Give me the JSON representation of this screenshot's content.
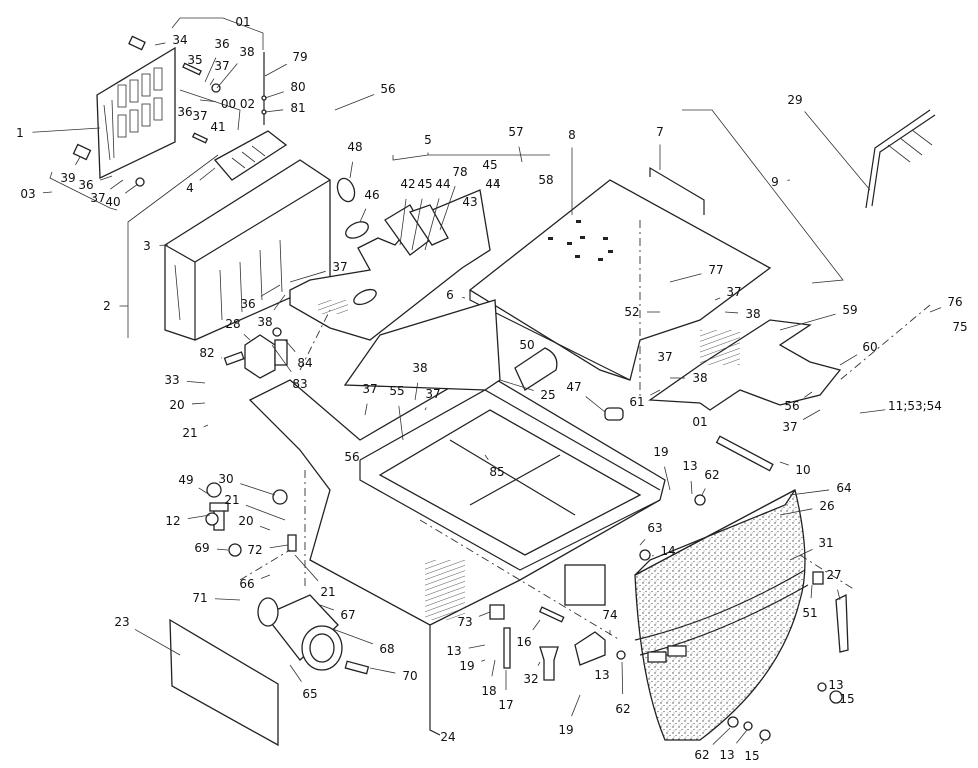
{
  "diagram": {
    "type": "exploded parts diagram",
    "line_color": "#222222",
    "background": "#ffffff",
    "labels": [
      "01",
      "34",
      "35",
      "36",
      "37",
      "38",
      "00 02",
      "1",
      "36",
      "37",
      "41",
      "39",
      "36",
      "37",
      "40",
      "03",
      "79",
      "80",
      "81",
      "56",
      "4",
      "48",
      "46",
      "5",
      "78",
      "42",
      "45",
      "44",
      "45",
      "44",
      "43",
      "57",
      "58",
      "8",
      "7",
      "9",
      "29",
      "3",
      "37",
      "36",
      "38",
      "2",
      "6",
      "77",
      "37",
      "38",
      "52",
      "59",
      "76",
      "75",
      "60",
      "37",
      "38",
      "61",
      "50",
      "25",
      "47",
      "56",
      "37",
      "11;53;54",
      "01",
      "10",
      "28",
      "82",
      "84",
      "83",
      "33",
      "20",
      "21",
      "38",
      "37",
      "55",
      "37",
      "56",
      "85",
      "30",
      "49",
      "21",
      "12",
      "20",
      "72",
      "69",
      "66",
      "21",
      "71",
      "67",
      "23",
      "68",
      "65",
      "70",
      "24",
      "73",
      "13",
      "19",
      "18",
      "17",
      "16",
      "32",
      "74",
      "13",
      "19",
      "62",
      "19",
      "13",
      "62",
      "63",
      "14",
      "64",
      "26",
      "31",
      "51",
      "27",
      "13",
      "15",
      "62",
      "13",
      "15"
    ]
  }
}
